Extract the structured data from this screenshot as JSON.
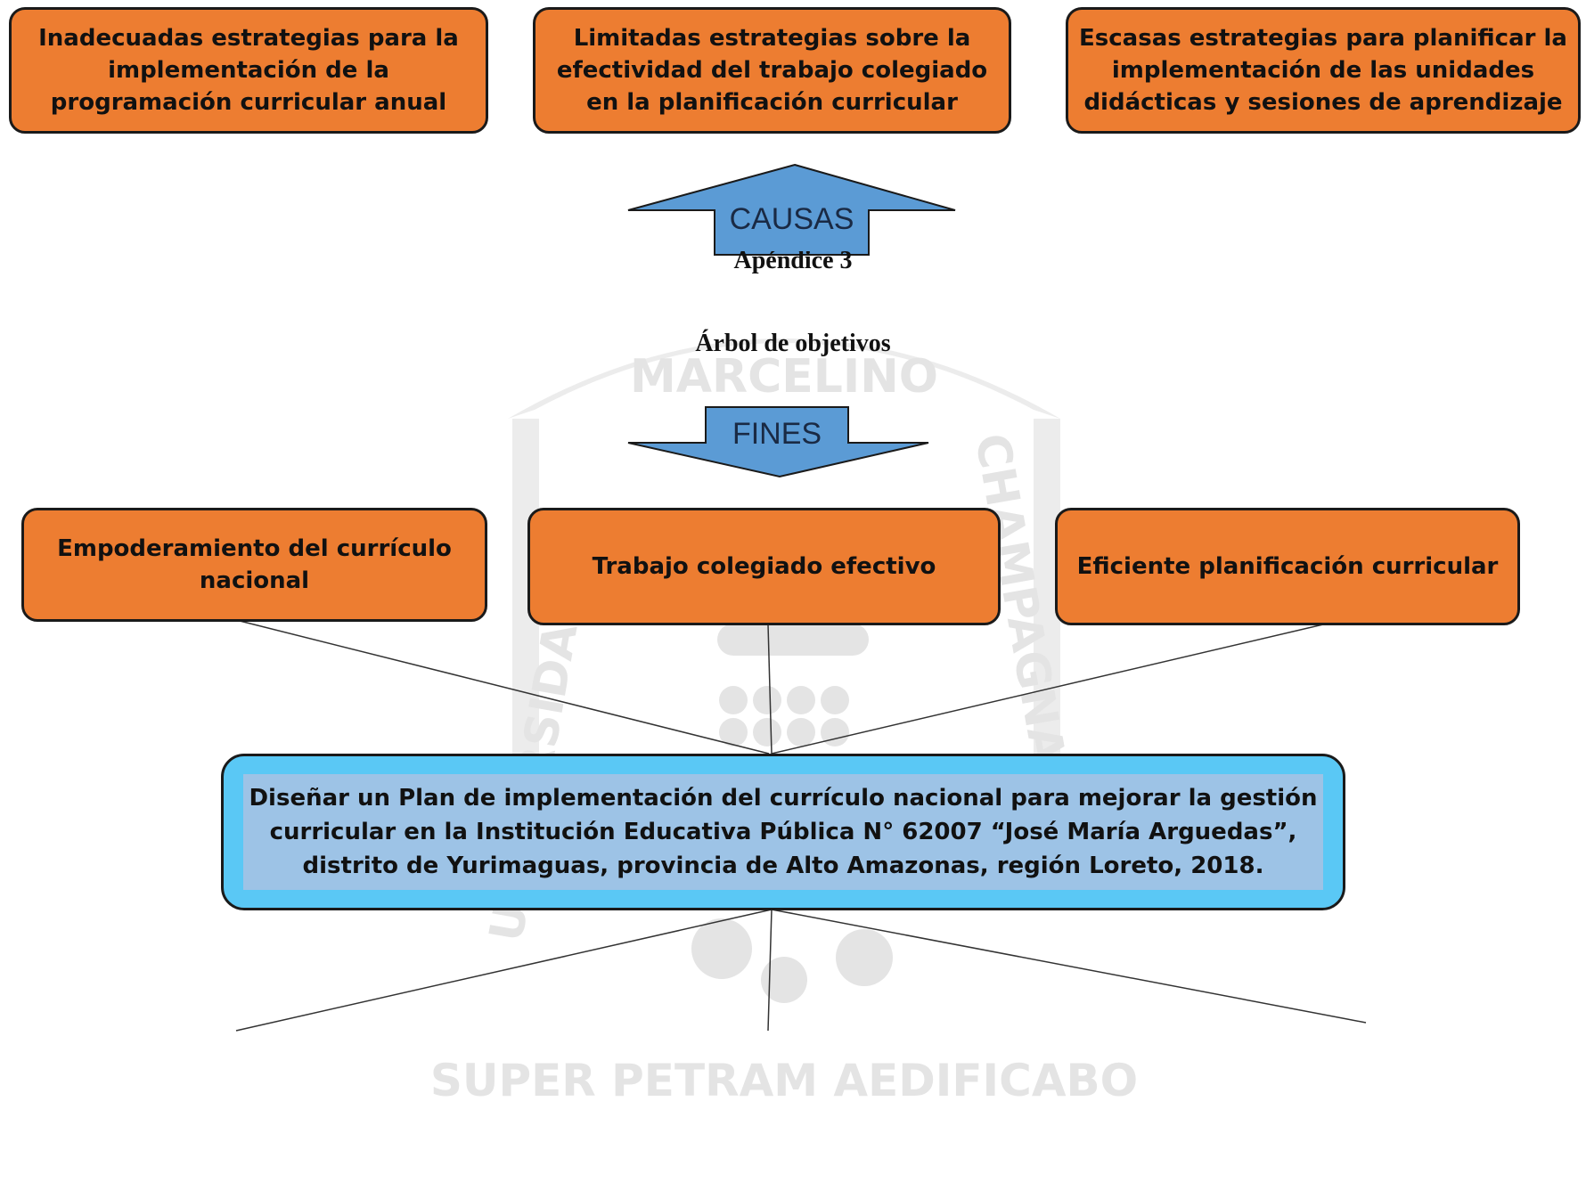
{
  "causes": [
    "Inadecuadas estrategias para la implementación de la programación curricular anual",
    "Limitadas estrategias sobre la efectividad del trabajo colegiado en la planificación curricular",
    "Escasas  estrategias para planificar la implementación de las unidades didácticas y sesiones de aprendizaje"
  ],
  "causes_arrow": {
    "label": "CAUSAS",
    "direction": "up",
    "color": "#5b9bd5"
  },
  "appendix_label": "Apéndice 3",
  "diagram_title": "Árbol de objetivos",
  "ends_arrow": {
    "label": "FINES",
    "direction": "down",
    "color": "#5b9bd5"
  },
  "ends": [
    "Empoderamiento del currículo nacional",
    "Trabajo colegiado efectivo",
    "Eficiente planificación curricular"
  ],
  "central_objective": "Diseñar un Plan de implementación del currículo nacional para mejorar la gestión curricular en la Institución Educativa Pública N° 62007 “José María Arguedas”, distrito de Yurimaguas, provincia de Alto Amazonas, región Loreto, 2018.",
  "watermark": {
    "text_top": "MARCELINO",
    "text_left": "UNIVERSIDAD",
    "text_right": "CHAMPAGNAT",
    "text_bottom": "SUPER PETRAM AEDIFICABO",
    "color": "#e4e4e4"
  },
  "colors": {
    "box_fill": "#ed7d31",
    "objective_outer": "#5ac8f5",
    "objective_inner": "#9dc3e6"
  }
}
